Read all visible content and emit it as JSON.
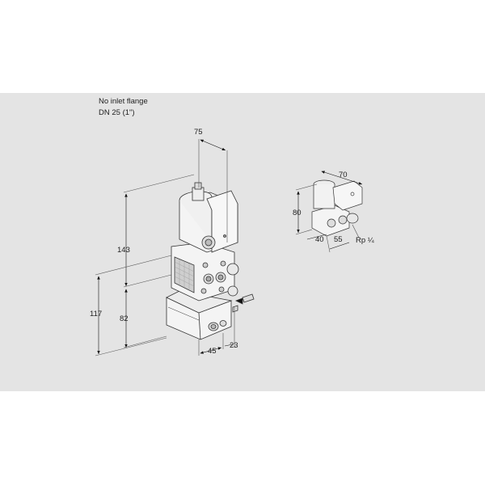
{
  "notes": {
    "line1": "No inlet flange",
    "line2": "DN 25 (1\")"
  },
  "main_valve": {
    "dimensions": {
      "width_top": "75",
      "height_total": "143",
      "height_lower": "117",
      "height_mid": "82",
      "depth_bottom": "45",
      "offset_bottom": "23"
    }
  },
  "pilot_valve": {
    "dimensions": {
      "width": "70",
      "height": "80",
      "depth": "40",
      "length": "55"
    },
    "connection": "Rp ¼"
  },
  "colors": {
    "background": "#ffffff",
    "panel": "#e4e4e4",
    "line": "#333333",
    "body_fill": "#f4f4f4"
  }
}
